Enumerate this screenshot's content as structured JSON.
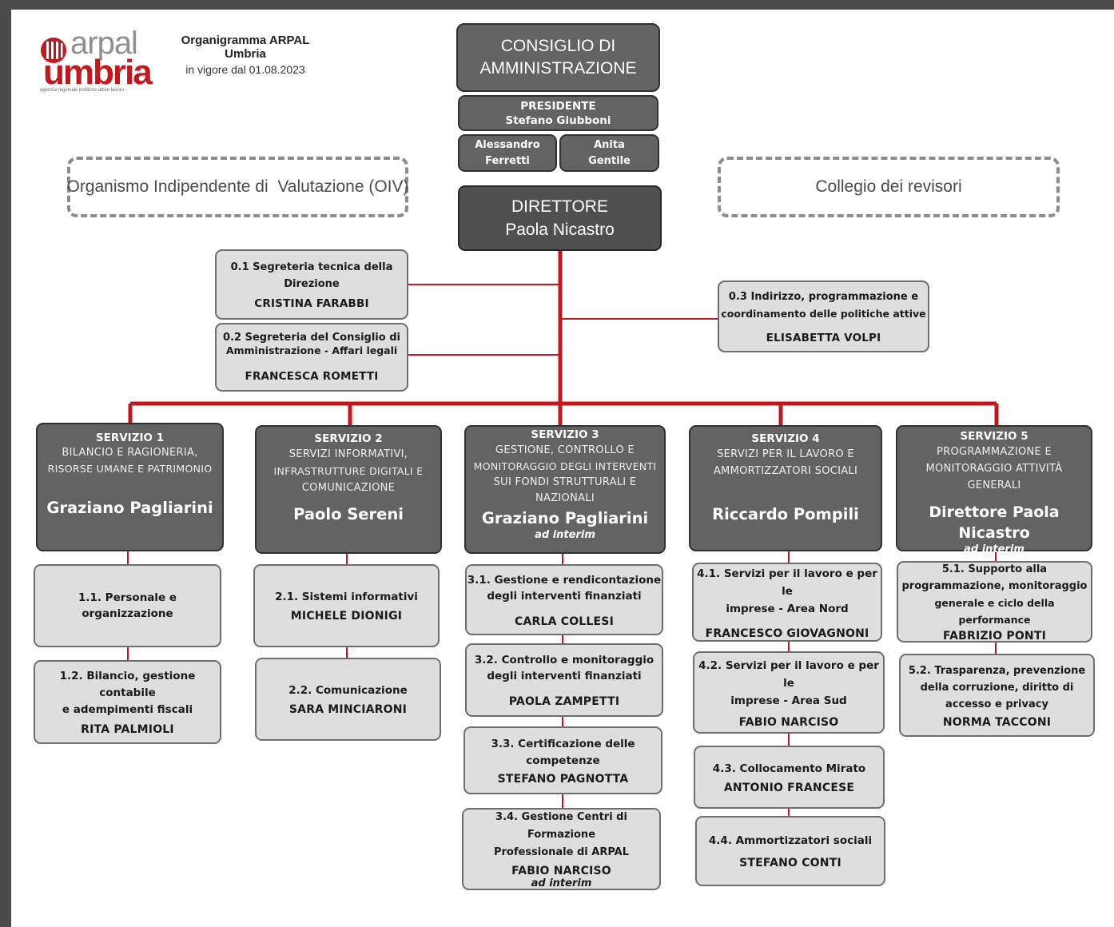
{
  "colors": {
    "connector": "#c4161c",
    "dark_box": "#636363",
    "light_box": "#dedede"
  },
  "header": {
    "logo_top": "arpal",
    "logo_bottom": "umbria",
    "logo_tagline": "agenzia regionale politiche attive lavoro",
    "title": "Organigramma ARPAL Umbria",
    "subtitle": "in vigore dal 01.08.2023"
  },
  "board": {
    "title_line1": "CONSIGLIO DI",
    "title_line2": "AMMINISTRAZIONE",
    "president_role": "PRESIDENTE",
    "president_name": "Stefano Giubboni",
    "member1_first": "Alessandro",
    "member1_last": "Ferretti",
    "member2_first": "Anita",
    "member2_last": "Gentile"
  },
  "side_bodies": {
    "oiv": "Organismo Indipendente di  Valutazione (OIV)",
    "auditors": "Collegio dei revisori"
  },
  "director": {
    "role": "DIRETTORE",
    "name": "Paola Nicastro"
  },
  "staff": {
    "s01_line1": "0.1 Segreteria tecnica della",
    "s01_line2": "Direzione",
    "s01_name": "CRISTINA FARABBI",
    "s02_line1": "0.2 Segreteria del Consiglio di",
    "s02_line2": "Amministrazione - Affari legali",
    "s02_name": "FRANCESCA ROMETTI",
    "s03_line1": "0.3 Indirizzo, programmazione e",
    "s03_line2": "coordinamento delle politiche attive",
    "s03_name": "ELISABETTA VOLPI"
  },
  "services": {
    "svc1": {
      "code": "SERVIZIO 1",
      "desc1": "BILANCIO E RAGIONERIA,",
      "desc2": "RISORSE UMANE E PATRIMONIO",
      "head": "Graziano Pagliarini"
    },
    "svc2": {
      "code": "SERVIZIO 2",
      "desc1": "SERVIZI INFORMATIVI,",
      "desc2": "INFRASTRUTTURE DIGITALI E",
      "desc3": "COMUNICAZIONE",
      "head": "Paolo Sereni"
    },
    "svc3": {
      "code": "SERVIZIO 3",
      "desc1": "GESTIONE, CONTROLLO E",
      "desc2": "MONITORAGGIO DEGLI INTERVENTI",
      "desc3": "SUI FONDI STRUTTURALI E",
      "desc4": "NAZIONALI",
      "head": "Graziano Pagliarini",
      "note": "ad interim"
    },
    "svc4": {
      "code": "SERVIZIO 4",
      "desc1": "SERVIZI PER IL LAVORO E",
      "desc2": "AMMORTIZZATORI SOCIALI",
      "head": "Riccardo Pompili"
    },
    "svc5": {
      "code": "SERVIZIO 5",
      "desc1": "PROGRAMMAZIONE E",
      "desc2": "MONITORAGGIO ATTIVITÀ",
      "desc3": "GENERALI",
      "head": "Direttore Paola Nicastro",
      "note": "ad interim"
    }
  },
  "units": {
    "u11_l1": "1.1. Personale e organizzazione",
    "u12_l1": "1.2. Bilancio, gestione contabile",
    "u12_l2": "e adempimenti fiscali",
    "u12_name": "RITA PALMIOLI",
    "u21_l1": "2.1. Sistemi informativi",
    "u21_name": "MICHELE DIONIGI",
    "u22_l1": "2.2. Comunicazione",
    "u22_name": "SARA MINCIARONI",
    "u31_l1": "3.1. Gestione e rendicontazione",
    "u31_l2": "degli interventi finanziati",
    "u31_name": "CARLA COLLESI",
    "u32_l1": "3.2. Controllo e monitoraggio",
    "u32_l2": "degli interventi finanziati",
    "u32_name": "PAOLA ZAMPETTI",
    "u33_l1": "3.3. Certificazione delle",
    "u33_l2": "competenze",
    "u33_name": "STEFANO PAGNOTTA",
    "u34_l1": "3.4. Gestione Centri di Formazione",
    "u34_l2": "Professionale di ARPAL",
    "u34_name": "FABIO NARCISO",
    "u34_note": "ad interim",
    "u41_l1": "4.1. Servizi per il lavoro e per le",
    "u41_l2": "imprese - Area Nord",
    "u41_name": "FRANCESCO GIOVAGNONI",
    "u42_l1": "4.2. Servizi per il lavoro e per le",
    "u42_l2": "imprese - Area Sud",
    "u42_name": "FABIO NARCISO",
    "u43_l1": "4.3. Collocamento Mirato",
    "u43_name": "ANTONIO FRANCESE",
    "u44_l1": "4.4. Ammortizzatori sociali",
    "u44_name": "STEFANO CONTI",
    "u51_l1": "5.1. Supporto alla",
    "u51_l2": "programmazione, monitoraggio",
    "u51_l3": "generale e ciclo della performance",
    "u51_name": "FABRIZIO PONTI",
    "u52_l1": "5.2. Trasparenza, prevenzione",
    "u52_l2": "della corruzione, diritto di",
    "u52_l3": "accesso e privacy",
    "u52_name": "NORMA TACCONI"
  }
}
